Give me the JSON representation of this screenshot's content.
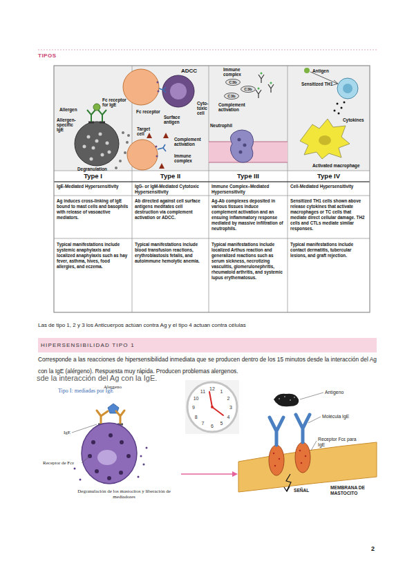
{
  "diagram": {
    "title": "TIPOS",
    "nodes": [
      {
        "text": [
          "C3b"
        ]
      },
      {
        "text": [
          "C3b"
        ]
      },
      {
        "text": [
          "C3b"
        ]
      },
      {
        "text": [
          "HIPERSENSIBILIDAD TIPO 1"
        ]
      },
      {
        "text": [
          "12",
          "1",
          "2",
          "3",
          "4",
          "5",
          "6",
          "7",
          "8",
          "9",
          "10",
          "11"
        ]
      }
    ],
    "labels": [
      "Allergen",
      "Fc receptor for IgE",
      "Allergen-specific IgE",
      "Degranulation",
      "ADCC",
      "Fc receptor",
      "Cyto- toxic cell",
      "Surface antigen",
      "Target cell",
      "Complement activation",
      "Immune complex",
      "Immune complex",
      "Complement activation",
      "Neutrophil",
      "Antigen",
      "Sensitized TH1",
      "Cytokines",
      "Activated macrophage",
      "Type I",
      "Type II",
      "Type III",
      "Type IV",
      "IgE-Mediated Hypersensitivity",
      "IgG- or IgM-Mediated Cytotoxic Hypersensitivity",
      "Immune Complex–Mediated Hypersensitivity",
      "Cell-Mediated Hypersensitivity",
      "Ag induces cross-linking of IgE bound to mast cells and basophils with release of vasoactive mediators.",
      "Ab directed against cell surface antigens meditates cell destruction via complement activation or ADCC.",
      "Ag-Ab complexes deposited in various tissues induce complement activation and an ensuing inflammatory response mediated by massive infiltration of neutrophils.",
      "Sensitized TH1 cells shown above release cytokines that activate macrophages or TC cells that mediate direct cellular damage. TH2 cells and CTLs mediate similar responses.",
      "Typical manifestations include systemic anaphylaxis and localized anaphylaxis such as hay fever, asthma, hives, food allergies, and eczema.",
      "Typical manifestations include blood transfusion reactions, erythroblastosis fetalis, and autoimmune hemolytic anemia.",
      "Typical manifestations include localized Arthus reaction and generalized reactions such as serum sickness, necrotizing vasculitis, glomerulonephritis, rheumatoid arthritis, and systemic lupus erythematosus.",
      "Typical manifestations include contact dermatitis, tubercular lesions, and graft rejection.",
      "Las de tipo 1, 2 y 3 los Anticuerpos actúan contra Ag y el tipo 4 actuan contra células",
      "Corresponde a las reacciones de hipersensibilidad inmediata que se producen dentro de los 15 minutos desde la interacción del Ag con la IgE (alérgeno). Respuesta muy rápida. Producen problemas alergenos.",
      "sde la interacción del Ag con la IgE.",
      "Tipo I: mediadas por IgE",
      "Alergeno",
      "IgE",
      "Receptor de Fcε",
      "Degranulación de los mastocitos y liberación de mediadores",
      "Antígeno",
      "Molécula IgE",
      "Receptor Fcε para IgE",
      "MEMBRANA DE MASTOCITO",
      "SEÑAL",
      "2"
    ]
  }
}
